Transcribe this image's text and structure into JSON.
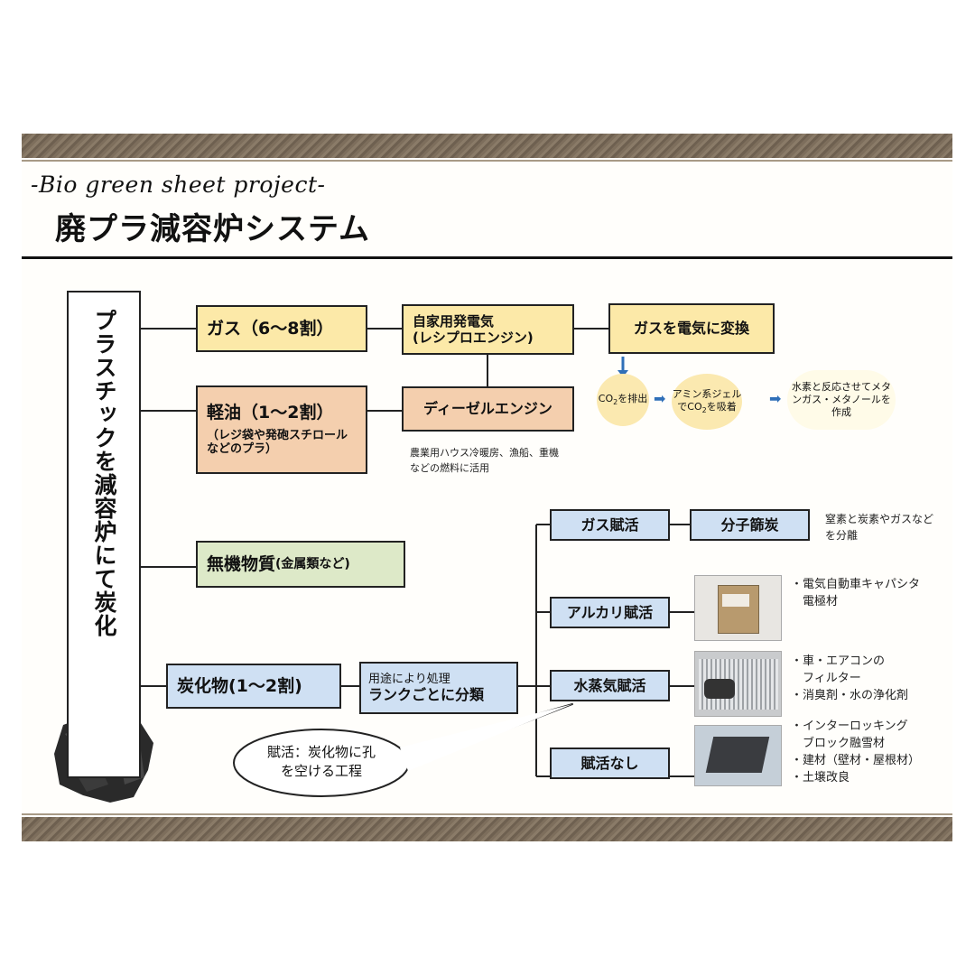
{
  "header": {
    "subtitle": "-Bio green sheet project-",
    "title": "廃プラ減容炉システム"
  },
  "main_label": "プラスチックを減容炉にて炭化",
  "outputs": {
    "gas": "ガス（6〜8割）",
    "light_oil": "軽油（1〜2割）",
    "light_oil_note": "（レジ袋や発砲スチロールなどのプラ）",
    "inorganic": "無機物質",
    "inorganic_note": "(金属類など)",
    "char": "炭化物(1〜2割)"
  },
  "gas_path": {
    "generator_line1": "自家用発電気",
    "generator_line2": "(レシプロエンジン)",
    "convert": "ガスを電気に変換",
    "co2_1": "CO",
    "co2_1_sub": "2",
    "co2_1_rest": "を排出",
    "co2_2_a": "アミン系ジェル",
    "co2_2_b": "でCO",
    "co2_2_sub": "2",
    "co2_2_c": "を吸着",
    "co2_3": "水素と反応させてメタンガス・メタノールを作成"
  },
  "oil_path": {
    "diesel": "ディーゼルエンジン",
    "diesel_note": "農業用ハウス冷暖房、漁船、重機などの燃料に活用"
  },
  "char_path": {
    "classify_line1": "用途により処理",
    "classify_line2": "ランクごとに分類",
    "gas_activation": "ガス賦活",
    "molecular_sieve": "分子篩炭",
    "molecular_note": "窒素と炭素やガスなどを分離",
    "alkali_activation": "アルカリ賦活",
    "alkali_bullets": [
      "・電気自動車キャパシタ",
      "　電極材"
    ],
    "steam_activation": "水蒸気賦活",
    "steam_bullets": [
      "・車・エアコンの",
      "　フィルター",
      "・消臭剤・水の浄化剤"
    ],
    "no_activation": "賦活なし",
    "no_bullets": [
      "・インターロッキング",
      "　ブロック融雪材",
      "・建材（壁材・屋根材）",
      "・土壌改良"
    ],
    "callout": "賦活：炭化物に孔を空ける工程"
  }
}
